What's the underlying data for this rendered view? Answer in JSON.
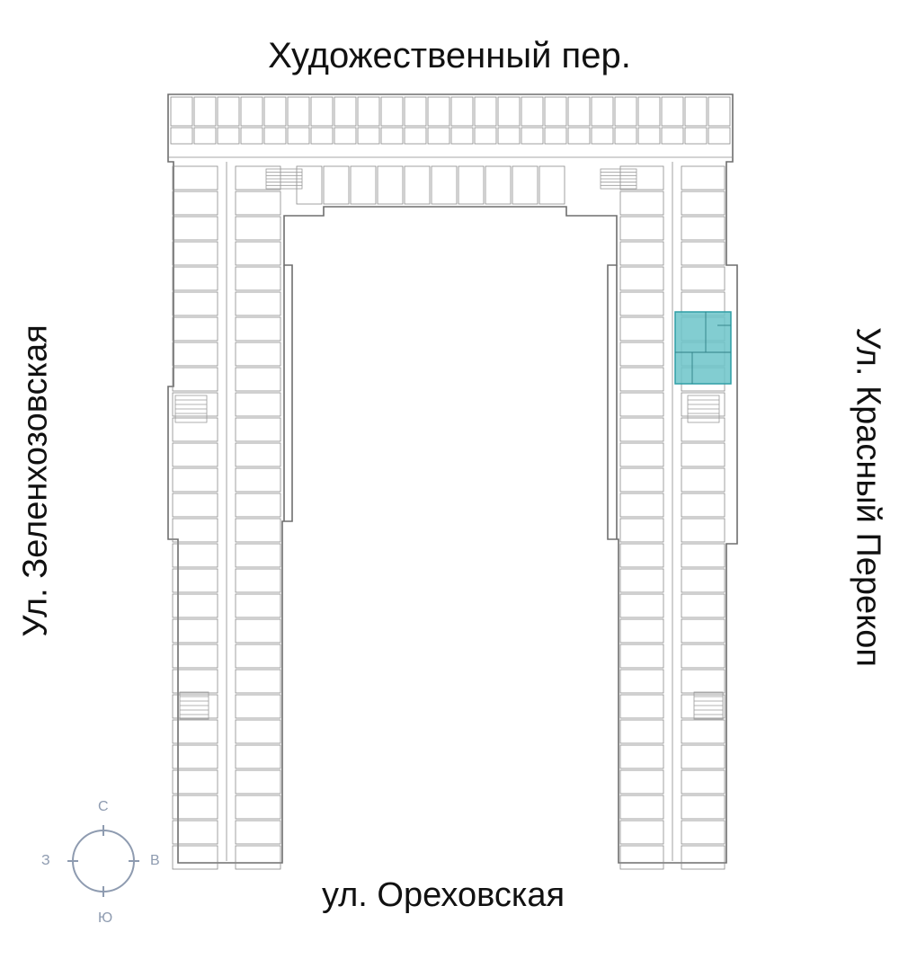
{
  "streets": {
    "top": "Художественный пер.",
    "bottom": "ул. Ореховская",
    "left": "Ул. Зеленхозовская",
    "right": "Ул. Красный Перекоп"
  },
  "compass": {
    "north": "С",
    "south": "Ю",
    "west": "З",
    "east": "В"
  },
  "colors": {
    "highlight_fill": "#6cc4c9",
    "highlight_stroke": "#2f9ea5",
    "wall": "#6e6e6e",
    "compass": "#8e9bb0"
  }
}
